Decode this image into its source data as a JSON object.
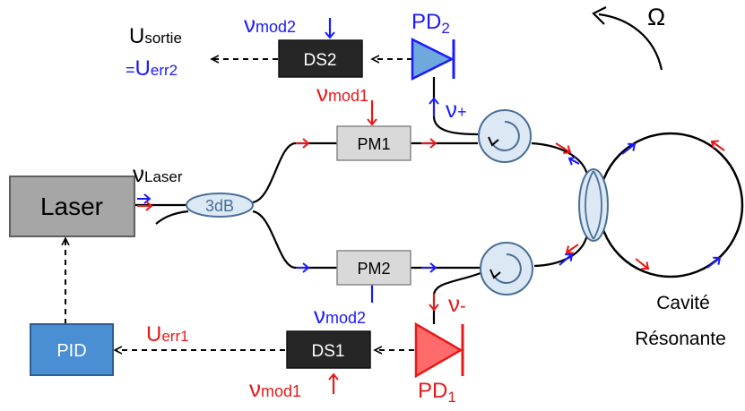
{
  "labels": {
    "u_sortie": {
      "main": "U",
      "sub": "sortie"
    },
    "u_err2": {
      "prefix": "=",
      "main": "U",
      "sub": "err2"
    },
    "nu_mod2_top": {
      "main": "ν",
      "sub": "mod2"
    },
    "ds2": "DS2",
    "pd2": {
      "main": "PD",
      "sub": "2"
    },
    "omega": "Ω",
    "nu_mod1_top": {
      "main": "ν",
      "sub": "mod1"
    },
    "nu_plus": {
      "main": "ν",
      "sub": "+"
    },
    "pm1": "PM1",
    "nu_laser": {
      "main": "ν",
      "sub": "Laser"
    },
    "laser": "Laser",
    "coupler": "3dB",
    "pm2": "PM2",
    "nu_mod2_bottom": {
      "main": "ν",
      "sub": "mod2"
    },
    "nu_minus": {
      "main": "ν",
      "sub": "-"
    },
    "cavity_line1": "Cavité",
    "cavity_line2": "Résonante",
    "pid": "PID",
    "u_err1": {
      "main": "U",
      "sub": "err1"
    },
    "ds1": "DS1",
    "nu_mod1_bottom": {
      "main": "ν",
      "sub": "mod1"
    },
    "pd1": {
      "main": "PD",
      "sub": "1"
    }
  },
  "colors": {
    "black": "#000000",
    "blue": "#1a1aff",
    "red": "#e61919",
    "laser_fill": "#a6a6a6",
    "pm_fill": "#d9d9d9",
    "ds_fill": "#262626",
    "pid_fill": "#4a8fd4",
    "pd2_fill": "#6fa8dc",
    "pd1_fill": "#ff6b6b",
    "optic_fill": "#dce8f4",
    "optic_stroke": "#4a6f96"
  }
}
